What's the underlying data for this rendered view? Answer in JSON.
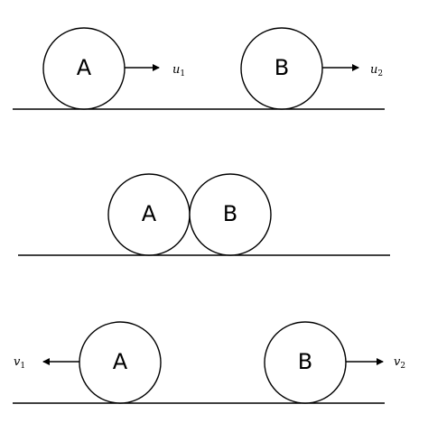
{
  "figure": {
    "stages": [
      {
        "name": "before-collision",
        "balls": [
          {
            "label": "A",
            "velocity": {
              "symbol": "u",
              "subscript": "1",
              "direction": "right"
            }
          },
          {
            "label": "B",
            "velocity": {
              "symbol": "u",
              "subscript": "2",
              "direction": "right"
            }
          }
        ]
      },
      {
        "name": "during-collision",
        "balls": [
          {
            "label": "A"
          },
          {
            "label": "B"
          }
        ]
      },
      {
        "name": "after-collision",
        "balls": [
          {
            "label": "A",
            "velocity": {
              "symbol": "v",
              "subscript": "1",
              "direction": "left"
            }
          },
          {
            "label": "B",
            "velocity": {
              "symbol": "v",
              "subscript": "2",
              "direction": "right"
            }
          }
        ]
      }
    ]
  }
}
